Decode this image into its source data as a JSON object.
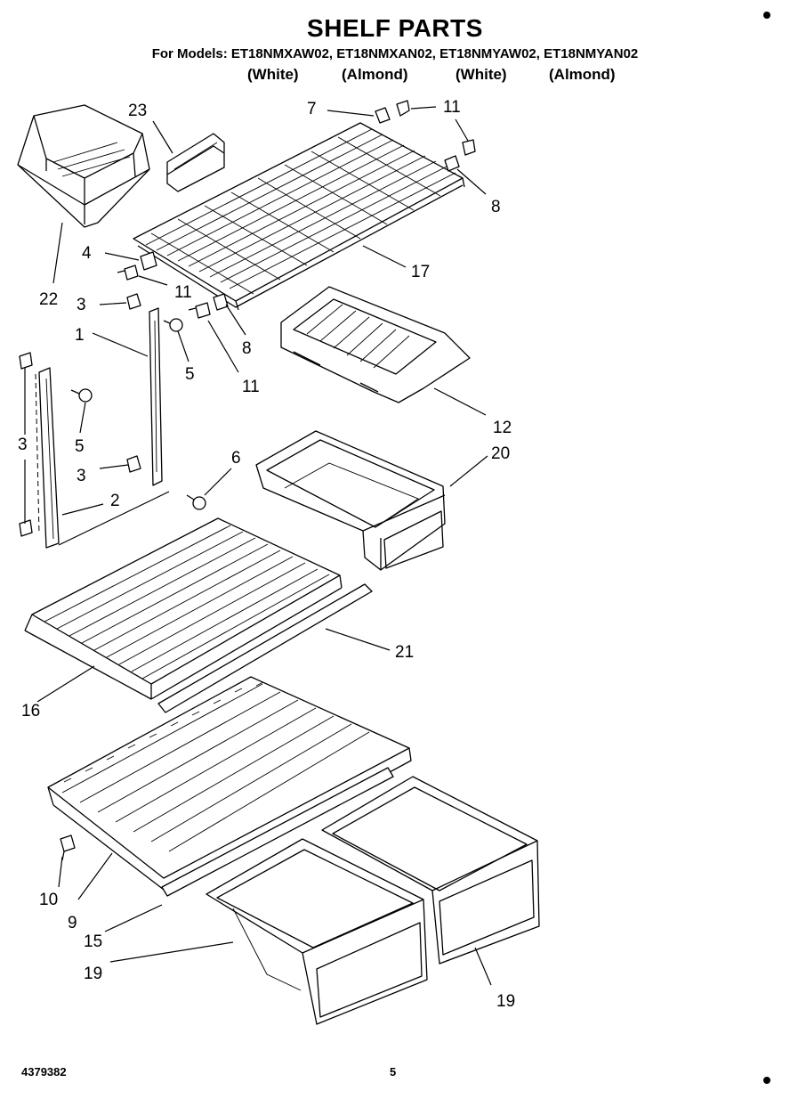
{
  "header": {
    "title": "SHELF PARTS",
    "models": "For Models: ET18NMXAW02, ET18NMXAN02, ET18NMYAW02, ET18NMYAN02",
    "colors": [
      "(White)",
      "(Almond)",
      "(White)",
      "(Almond)"
    ]
  },
  "callouts": {
    "c1": "1",
    "c2": "2",
    "c3a": "3",
    "c3b": "3",
    "c3c": "3",
    "c4": "4",
    "c5a": "5",
    "c5b": "5",
    "c6": "6",
    "c7": "7",
    "c8a": "8",
    "c8b": "8",
    "c9": "9",
    "c10": "10",
    "c11a": "11",
    "c11b": "11",
    "c11c": "11",
    "c12": "12",
    "c15": "15",
    "c16": "16",
    "c17": "17",
    "c19a": "19",
    "c19b": "19",
    "c20": "20",
    "c21": "21",
    "c22": "22",
    "c23": "23"
  },
  "footer": {
    "part_number": "4379382",
    "page_number": "5"
  }
}
